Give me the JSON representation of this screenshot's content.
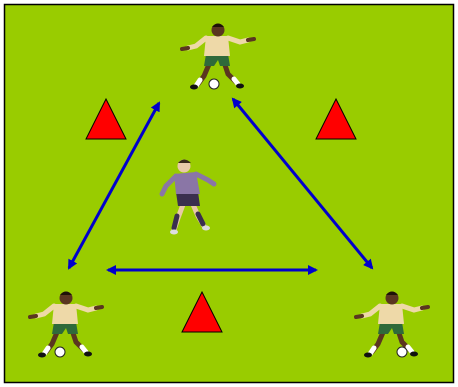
{
  "diagram": {
    "type": "soccer-drill",
    "pitch_color": "#99cc00",
    "border_color": "#000000",
    "arrow_color": "#0000cc",
    "cone_color": "#ff0000",
    "cone_count": 3,
    "attacking_players": 3,
    "defending_players": 1,
    "passing_lanes": 3
  },
  "colors": {
    "attacker_shirt": "#eed9a8",
    "attacker_shorts": "#2f6a3a",
    "defender_shirt": "#8a76a6",
    "defender_shorts": "#3a2f4e",
    "skin": "#5a3620",
    "ball": "#ffffff"
  }
}
